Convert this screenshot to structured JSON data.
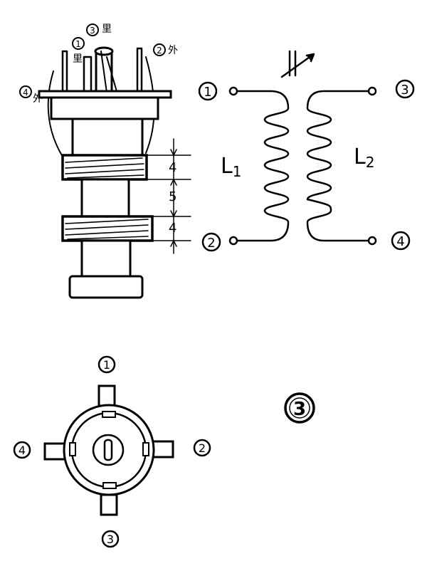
{
  "figure_number": "3",
  "coil_drawing": {
    "pin_labels": {
      "pin1": "1",
      "pin2": "2",
      "pin3": "3",
      "pin4": "4"
    },
    "pin_notes": {
      "pin1": "里",
      "pin3": "里",
      "pin2": "外",
      "pin4": "外"
    },
    "dimensions": {
      "upper_winding": "4",
      "gap": "5",
      "lower_winding": "4"
    }
  },
  "schematic": {
    "inductor_1": {
      "name": "L",
      "subscript": "1"
    },
    "inductor_2": {
      "name": "L",
      "subscript": "2"
    },
    "terminals": {
      "t1": "1",
      "t2": "2",
      "t3": "3",
      "t4": "4"
    }
  },
  "base_view": {
    "pins": {
      "top": "1",
      "right": "2",
      "bottom": "3",
      "left": "4"
    }
  }
}
